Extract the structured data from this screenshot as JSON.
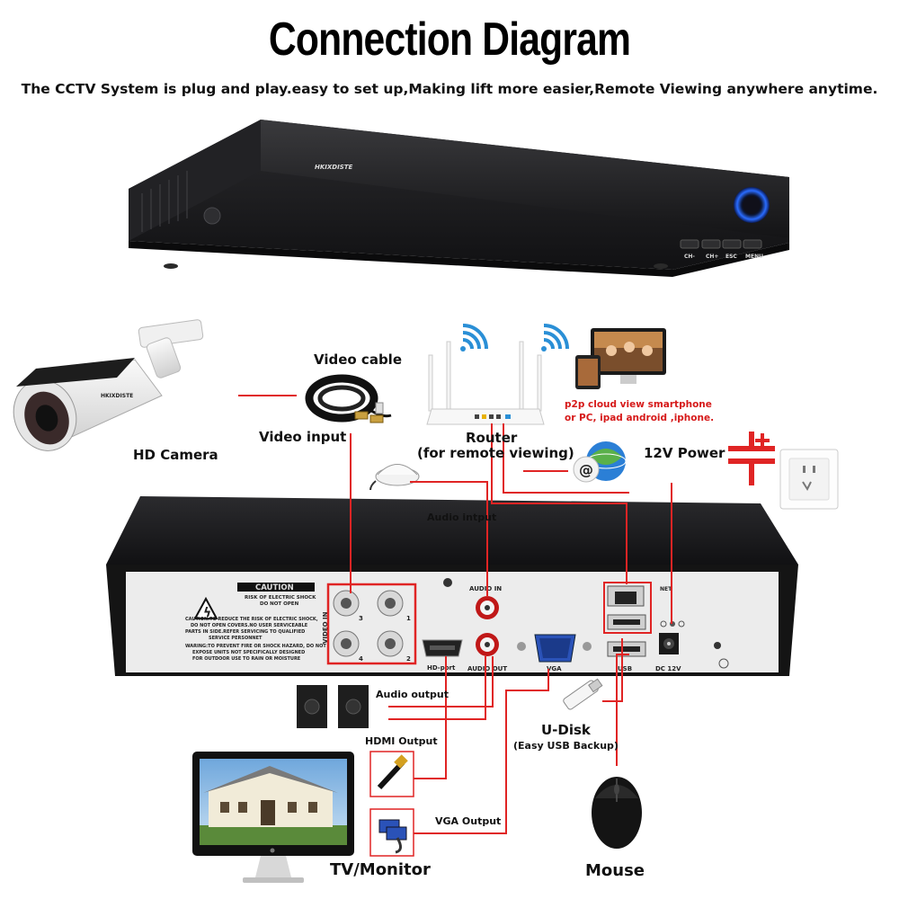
{
  "title": "Connection Diagram",
  "subtitle": "The CCTV System is plug and play.easy to set up,Making lift more easier,Remote Viewing anywhere anytime.",
  "dvr_front": {
    "brand": "HKIXDISTE",
    "buttons": [
      "CH-",
      "CH+",
      "ESC",
      "MENU"
    ]
  },
  "camera": {
    "label": "HD Camera",
    "brand": "HKIXDISTE"
  },
  "video_cable": {
    "label": "Video cable",
    "input_label": "Video input"
  },
  "router": {
    "label": "Router",
    "sublabel": "(for remote viewing)"
  },
  "p2p": {
    "line1": "p2p cloud  view smartphone",
    "line2": "or PC, ipad android ,iphone."
  },
  "power": {
    "label": "12V Power"
  },
  "audio_input": {
    "label": "Audio intput"
  },
  "rear_panel": {
    "caution_title": "CAUTION",
    "caution_sub": [
      "RISK OF ELECTRIC SHOCK",
      "DO NOT OPEN"
    ],
    "caution_text": [
      "CAUTION:TO REDUCE THE RISK OF ELECTRIC SHOCK,",
      "DO NOT OPEN COVERS.NO USER SERVICEABLE",
      "PARTS IN SIDE.REFER SERVICING TO QUALIFIED",
      "SERVICE PERSONNET",
      "WARING:TO PREVENT FIRE OR SHOCK HAZARD, DO NOT",
      "EXPOSE UNITS NOT SPECIFICALLY DESIGNED",
      "FOR OUTDOOR USE TO RAIN OR MOISTURE"
    ],
    "video_in": "VIDEO IN",
    "bnc_numbers": [
      "3",
      "1",
      "4",
      "2"
    ],
    "audio_in": "AUDIO IN",
    "hd_port": "HD-port",
    "audio_out": "AUDIO OUT",
    "vga": "VGA",
    "net": "NET",
    "usb": "USB",
    "dc": "DC 12V"
  },
  "audio_output": {
    "label": "Audio output"
  },
  "hdmi_output": {
    "label": "HDMI Output"
  },
  "vga_output": {
    "label": "VGA Output"
  },
  "udisk": {
    "label": "U-Disk",
    "sublabel": "(Easy USB Backup)"
  },
  "monitor": {
    "label": "TV/Monitor"
  },
  "mouse": {
    "label": "Mouse"
  },
  "colors": {
    "connector_line": "#e02424",
    "dvr_body": "#1c1c1e",
    "panel": "#ececec",
    "wifi": "#2a8fd6"
  }
}
